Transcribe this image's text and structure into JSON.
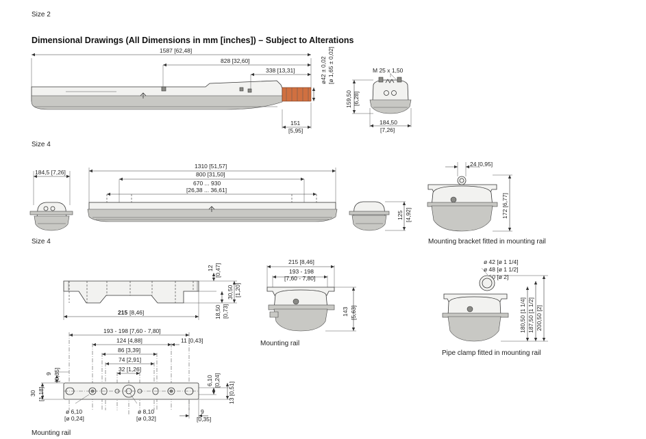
{
  "headings": {
    "size2": "Size 2",
    "title": "Dimensional Drawings (All Dimensions in mm [inches]) – Subject to Alterations",
    "size4_a": "Size 4",
    "size4_b": "Size 4"
  },
  "size2_side": {
    "total_length": "1587 [62,48]",
    "span_828": "828 [32,60]",
    "span_338": "338 [13,31]",
    "dia_42": "ø42 ± 0,02",
    "dia_165": "[ø 1,65 ± 0,02]",
    "len_151": "151",
    "len_151_in": "[5,95]"
  },
  "size2_end": {
    "thread": "M 25 x 1,50",
    "height_mm": "159,50",
    "height_in": "[6,28]",
    "width_mm": "184,50",
    "width_in": "[7,26]"
  },
  "size4_end_left": {
    "width": "184,5 [7,26]"
  },
  "size4_side": {
    "total_length": "1310 [51,57]",
    "span_800": "800 [31,50]",
    "span_range": "670 ... 930",
    "span_range_in": "[26,38 ... 36,61]"
  },
  "size4_end_right": {
    "height_mm": "125",
    "height_in": "[4,92]"
  },
  "mounting_bracket": {
    "width": "24 [0,95]",
    "height": "172 [6,77]",
    "caption": "Mounting bracket fitted in mounting rail"
  },
  "rail_side": {
    "height_12": "12",
    "height_12_in": "[0,47]",
    "height_3050": "30,50",
    "height_3050_in": "[1,20]",
    "height_1850": "18,50",
    "height_1850_in": "[0,73]",
    "length_mm": "215",
    "length_in": "[8,46]"
  },
  "rail_top": {
    "span_193": "193 - 198 [7,60 - 7,80]",
    "span_124": "124 [4,88]",
    "span_11": "11 [0,43]",
    "span_86": "86 [3,39]",
    "span_74": "74 [2,91]",
    "span_32": "32 [1,26]",
    "dim_9_top": "9",
    "dim_9_top_in": "[0,35]",
    "dim_30": "30",
    "dim_30_in": "[1,18]",
    "dim_610": "6,10",
    "dim_610_in": "[0,24]",
    "dim_13": "13 [0,51]",
    "hole_610": "ø 6,10",
    "hole_610_in": "[ø 0,24]",
    "hole_810": "ø 8,10",
    "hole_810_in": "[ø 0,32]",
    "dim_9_bot": "9",
    "dim_9_bot_in": "[0,35]",
    "caption": "Mounting rail"
  },
  "mounting_rail_view": {
    "width": "215 [8,46]",
    "span": "193 - 198",
    "span_in": "[7,60 - 7,80]",
    "height_mm": "143",
    "height_in": "[5,63]",
    "caption": "Mounting rail"
  },
  "pipe_clamp": {
    "d42": "ø 42 [ø 1 1/4]",
    "d48": "ø 48 [ø 1 1/2]",
    "d60": "ø 60 [ø 2]",
    "h180": "180,50 [1 1/4]",
    "h187": "187,50 [1 1/2]",
    "h200": "200,50 [2]",
    "caption": "Pipe clamp fitted in mounting rail"
  }
}
